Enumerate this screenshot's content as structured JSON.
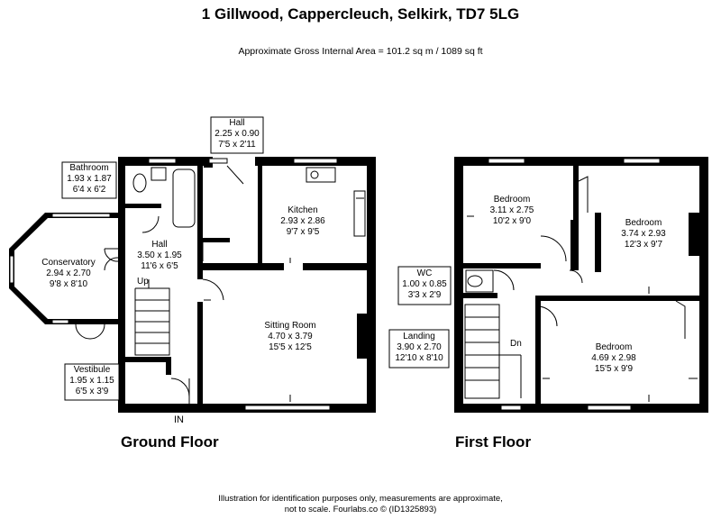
{
  "header": {
    "title": "1 Gillwood, Cappercleuch, Selkirk, TD7 5LG",
    "area": "Approximate Gross Internal Area = 101.2 sq m / 1089 sq ft"
  },
  "floors": {
    "ground": "Ground Floor",
    "first": "First Floor"
  },
  "rooms": {
    "hall_top": {
      "name": "Hall",
      "metric": "2.25 x 0.90",
      "imperial": "7'5 x 2'11"
    },
    "bathroom": {
      "name": "Bathroom",
      "metric": "1.93 x 1.87",
      "imperial": "6'4 x 6'2"
    },
    "kitchen": {
      "name": "Kitchen",
      "metric": "2.93 x 2.86",
      "imperial": "9'7 x 9'5"
    },
    "hall": {
      "name": "Hall",
      "metric": "3.50 x 1.95",
      "imperial": "11'6 x 6'5"
    },
    "conservatory": {
      "name": "Conservatory",
      "metric": "2.94 x 2.70",
      "imperial": "9'8 x 8'10"
    },
    "sitting": {
      "name": "Sitting Room",
      "metric": "4.70 x 3.79",
      "imperial": "15'5 x 12'5"
    },
    "vestibule": {
      "name": "Vestibule",
      "metric": "1.95 x 1.15",
      "imperial": "6'5 x 3'9"
    },
    "bedroom1": {
      "name": "Bedroom",
      "metric": "3.11 x 2.75",
      "imperial": "10'2 x 9'0"
    },
    "bedroom2": {
      "name": "Bedroom",
      "metric": "3.74 x 2.93",
      "imperial": "12'3 x 9'7"
    },
    "wc": {
      "name": "WC",
      "metric": "1.00 x 0.85",
      "imperial": "3'3 x 2'9"
    },
    "landing": {
      "name": "Landing",
      "metric": "3.90 x 2.70",
      "imperial": "12'10 x 8'10"
    },
    "bedroom3": {
      "name": "Bedroom",
      "metric": "4.69 x 2.98",
      "imperial": "15'5 x 9'9"
    }
  },
  "markers": {
    "up": "Up",
    "dn": "Dn",
    "in": "IN"
  },
  "footer": {
    "line1": "Illustration for identification purposes only, measurements are approximate,",
    "line2": "not to scale. Fourlabs.co © (ID1325893)"
  }
}
